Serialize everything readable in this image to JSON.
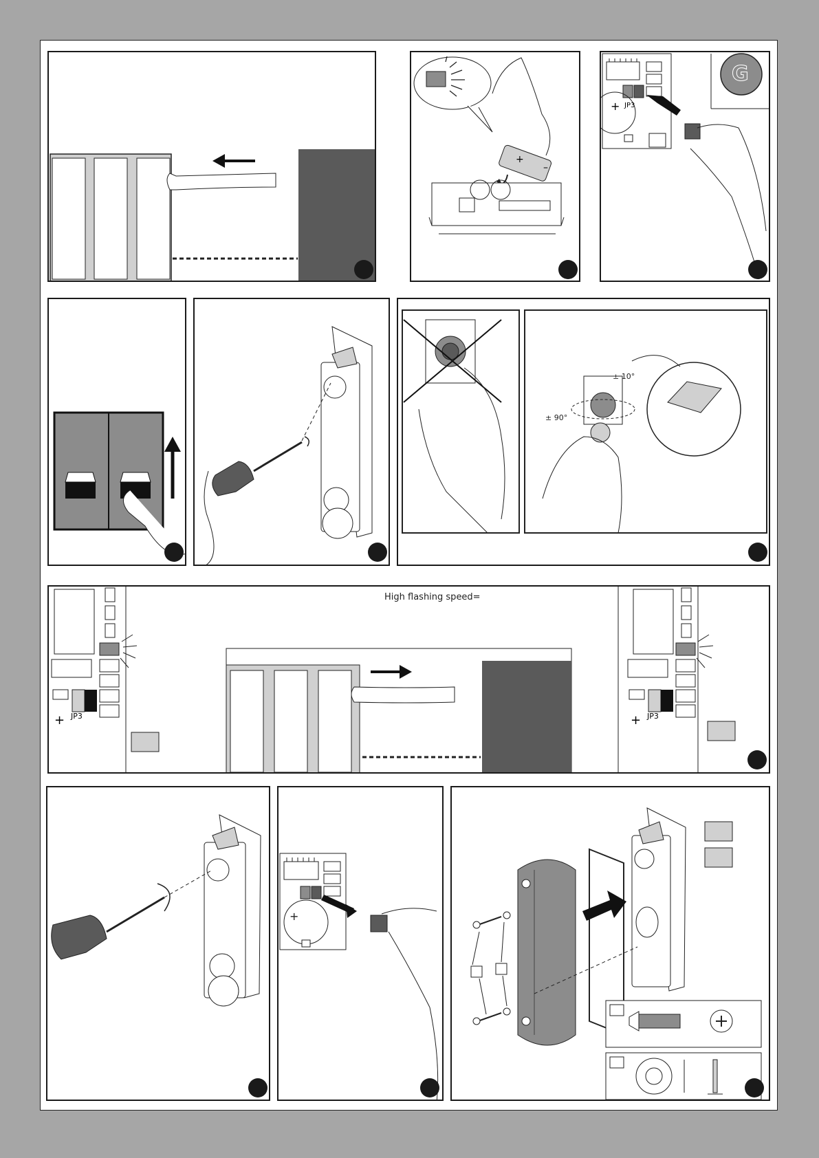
{
  "colors": {
    "background": "#a6a6a6",
    "page": "#ffffff",
    "ink": "#1a1a1a",
    "dark_gray": "#5a5a5a",
    "mid_gray": "#8c8c8c",
    "light_gray": "#d0d0d0"
  },
  "panels": [
    {
      "id": "p1",
      "labels": []
    },
    {
      "id": "p2",
      "labels": [
        "+",
        "–"
      ]
    },
    {
      "id": "p3",
      "labels": [
        "G",
        "JP3",
        "+"
      ]
    },
    {
      "id": "p4",
      "labels": []
    },
    {
      "id": "p5",
      "labels": []
    },
    {
      "id": "p6",
      "labels": [
        "± 10°",
        "± 90°"
      ]
    },
    {
      "id": "p7",
      "labels": [
        "High flashing speed=",
        "JP3"
      ]
    },
    {
      "id": "p8",
      "labels": []
    },
    {
      "id": "p9",
      "labels": [
        "+"
      ]
    },
    {
      "id": "p10",
      "labels": []
    }
  ],
  "texts": {
    "high_flashing": "High flashing speed=",
    "jp3": "JP3",
    "plus": "+",
    "minus": "–",
    "letter_g": "G",
    "angle_10": "± 10°",
    "angle_90": "± 90°"
  },
  "icons": [
    "arrow-left-icon",
    "arrow-up-icon",
    "arrow-right-icon",
    "battery-icon",
    "jumper-icon",
    "screwdriver-icon",
    "screw-icon",
    "washer-icon",
    "crossed-out-icon",
    "led-flashing-icon"
  ]
}
